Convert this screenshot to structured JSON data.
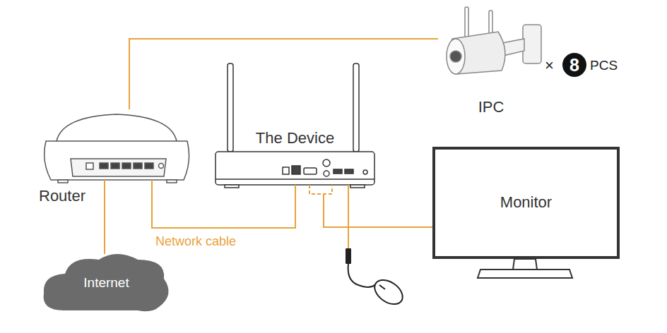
{
  "diagram": {
    "nodes": [
      {
        "text": [
          "IPC"
        ]
      },
      {
        "text": [
          "The Device"
        ]
      },
      {
        "text": [
          "Router"
        ]
      },
      {
        "text": [
          "Monitor"
        ]
      },
      {
        "text": [
          "Internet"
        ]
      }
    ],
    "edges": [
      {
        "from": 2,
        "to": 0,
        "arrow": "none"
      },
      {
        "from": 2,
        "to": 4,
        "arrow": "none"
      },
      {
        "from": 2,
        "to": 1,
        "label": "Network cable",
        "arrow": "none"
      },
      {
        "from": 1,
        "to": 3,
        "arrow": "none"
      }
    ],
    "labels": [
      "×",
      "8",
      "PCS"
    ]
  }
}
